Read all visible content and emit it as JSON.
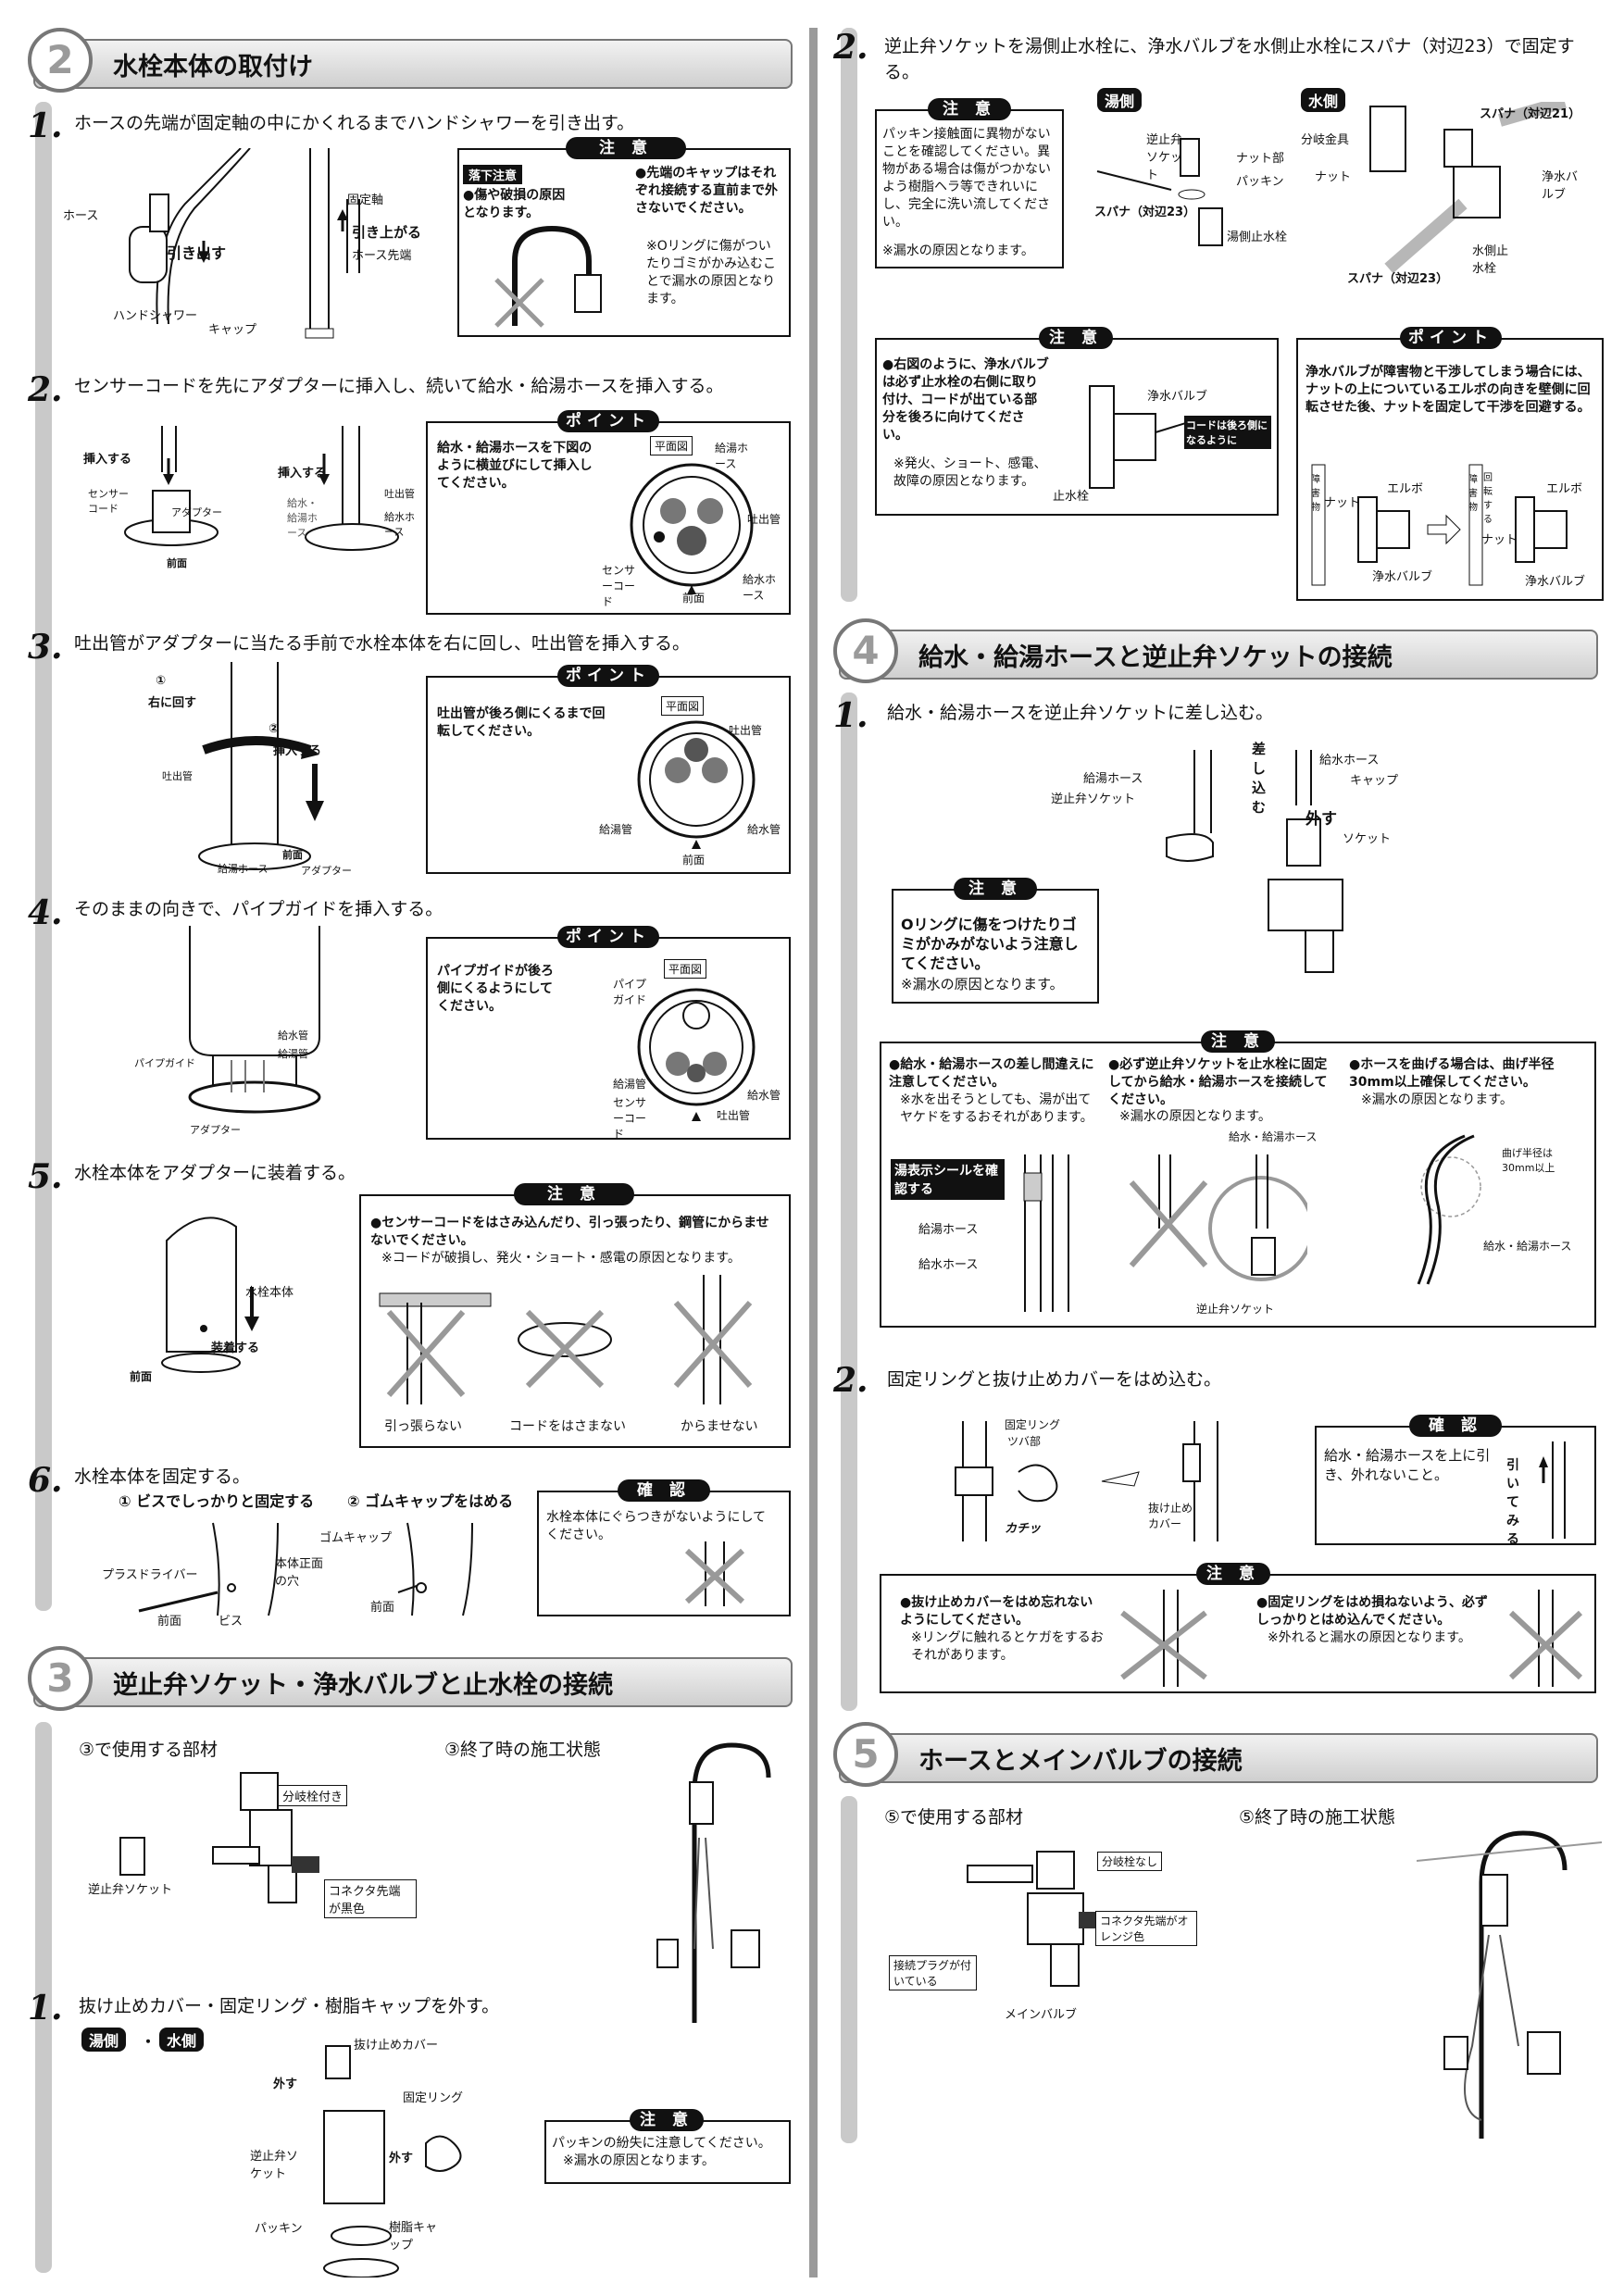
{
  "left": {
    "sec2": {
      "num": "2",
      "title": "水栓本体の取付け",
      "step1": {
        "num": "1.",
        "text": "ホースの先端が固定軸の中にかくれるまでハンドシャワーを引き出す。",
        "labels": {
          "hose": "ホース",
          "pull": "引き出す",
          "handshower": "ハンドシャワー",
          "cap": "キャップ",
          "shaft": "固定軸",
          "lift": "引き上がる",
          "tip": "ホース先端"
        },
        "caution": {
          "head": "注 意",
          "sub": "落下注意",
          "a": "●傷や破損の原因となります。",
          "b": "●先端のキャップはそれぞれ接続する直前まで外さないでください。",
          "c": "※Oリングに傷がついたりゴミがかみ込むことで漏水の原因となります。"
        }
      },
      "step2": {
        "num": "2.",
        "text": "センサーコードを先にアダプターに挿入し、続いて給水・給湯ホースを挿入する。",
        "labels": {
          "insert": "挿入する",
          "sensor": "センサーコード",
          "adapter": "アダプター",
          "front": "前面",
          "insert2": "挿入する",
          "feed": "給水・給湯ホース",
          "spout": "吐出管",
          "supply": "給水ホース"
        },
        "point": {
          "head": "ポイント",
          "text": "給水・給湯ホースを下図のように横並びにして挿入してください。",
          "plan": "平面図",
          "hot": "給湯ホース",
          "spout": "吐出管",
          "sensor": "センサーコード",
          "front": "前面",
          "cold": "給水ホース"
        }
      },
      "step3": {
        "num": "3.",
        "text": "吐出管がアダプターに当たる手前で水栓本体を右に回し、吐出管を挿入する。",
        "labels": {
          "r1": "①",
          "right": "右に回す",
          "r2": "②",
          "insert": "挿入する",
          "spout": "吐出管",
          "feed": "給湯ホース",
          "front": "前面",
          "adapter": "アダプター"
        },
        "point": {
          "head": "ポイント",
          "text": "吐出管が後ろ側にくるまで回転してください。",
          "plan": "平面図",
          "spout": "吐出管",
          "hot": "給湯管",
          "cold": "給水管",
          "front": "前面"
        }
      },
      "step4": {
        "num": "4.",
        "text": "そのままの向きで、パイプガイドを挿入する。",
        "labels": {
          "guide": "パイプガイド",
          "cold": "給水管",
          "hot": "給湯管",
          "adapter": "アダプター"
        },
        "point": {
          "head": "ポイント",
          "text": "パイプガイドが後ろ側にくるようにしてください。",
          "plan": "平面図",
          "guide": "パイプガイド",
          "hot": "給湯管",
          "sensor": "センサーコード",
          "cold": "給水管",
          "spout": "吐出管"
        }
      },
      "step5": {
        "num": "5.",
        "text": "水栓本体をアダプターに装着する。",
        "labels": {
          "body": "水栓本体",
          "attach": "装着する",
          "front": "前面"
        },
        "caution": {
          "head": "注 意",
          "a": "●センサーコードをはさみ込んだり、引っ張ったり、鋼管にからませないでください。",
          "b": "※コードが破損し、発火・ショート・感電の原因となります。",
          "c1": "引っ張らない",
          "c2": "コードをはさまない",
          "c3": "からませない"
        }
      },
      "step6": {
        "num": "6.",
        "text": "水栓本体を固定する。",
        "sub1": "① ビスでしっかりと固定する",
        "sub2": "② ゴムキャップをはめる",
        "labels": {
          "driver": "プラスドライバー",
          "front": "前面",
          "screw": "ビス",
          "hole": "本体正面の穴",
          "cap": "ゴムキャップ",
          "front2": "前面"
        },
        "confirm": {
          "head": "確 認",
          "text": "水栓本体にぐらつきがないようにしてください。"
        }
      }
    },
    "sec3": {
      "num": "3",
      "title": "逆止弁ソケット・浄水バルブと止水栓の接続",
      "used": "③で使用する部材",
      "done": "③終了時の施工状態",
      "labels": {
        "branch": "分岐栓付き",
        "socket": "逆止弁ソケット",
        "connector": "コネクタ先端が黒色"
      },
      "step1": {
        "num": "1.",
        "text": "抜け止めカバー・固定リング・樹脂キャップを外す。",
        "tag1": "湯側",
        "dot": "・",
        "tag2": "水側",
        "labels": {
          "cover": "抜け止めカバー",
          "out1": "外す",
          "ring": "固定リング",
          "socket": "逆止弁ソケット",
          "out2": "外す",
          "packing": "パッキン",
          "cap": "樹脂キャップ"
        },
        "caution": {
          "head": "注 意",
          "a": "パッキンの紛失に注意してください。",
          "b": "※漏水の原因となります。"
        }
      }
    }
  },
  "right": {
    "sec3cont": {
      "step2": {
        "num": "2.",
        "text": "逆止弁ソケットを湯側止水栓に、浄水バルブを水側止水栓にスパナ（対辺23）で固定する。",
        "caution": {
          "head": "注 意",
          "text": "パッキン接触面に異物がないことを確認してください。異物がある場合は傷がつかないよう樹脂ヘラ等できれいにし、完全に洗い流してください。",
          "note": "※漏水の原因となります。"
        },
        "tag1": "湯側",
        "tag2": "水側",
        "labels": {
          "socket": "逆止弁ソケット",
          "nut": "ナット部",
          "packing": "パッキン",
          "spanner": "スパナ（対辺23）",
          "hotstop": "湯側止水栓",
          "branch": "分岐金具",
          "nut2": "ナット",
          "spanner21": "スパナ（対辺21）",
          "valve": "浄水バルブ",
          "coldstop": "水側止水栓",
          "spanner23": "スパナ（対辺23）"
        }
      },
      "caution2": {
        "head": "注 意",
        "text": "●右図のように、浄水バルブは必ず止水栓の右側に取り付け、コードが出ている部分を後ろに向けてください。",
        "note": "※発火、ショート、感電、故障の原因となります。",
        "valve": "浄水バルブ",
        "stop": "止水栓",
        "cord": "コードは後ろ側になるように"
      },
      "point": {
        "head": "ポイント",
        "text": "浄水バルブが障害物と干渉してしまう場合には、ナットの上についているエルボの向きを壁側に回転させた後、ナットを固定して干渉を回避する。",
        "wall1": "障害物",
        "nut": "ナット",
        "elbow": "エルボ",
        "valve": "浄水バルブ",
        "wall2": "障害物",
        "rotate": "回転する",
        "nut2": "ナット",
        "elbow2": "エルボ",
        "valve2": "浄水バルブ"
      }
    },
    "sec4": {
      "num": "4",
      "title": "給水・給湯ホースと逆止弁ソケットの接続",
      "step1": {
        "num": "1.",
        "text": "給水・給湯ホースを逆止弁ソケットに差し込む。",
        "labels": {
          "hot": "給湯ホース",
          "socket": "逆止弁ソケット",
          "insert": "差し込む",
          "cold": "給水ホース",
          "cap": "キャップ",
          "out": "外す",
          "socket2": "ソケット"
        },
        "caution": {
          "head": "注 意",
          "text": "Oリングに傷をつけたりゴミがかみがないよう注意してください。",
          "note": "※漏水の原因となります。"
        },
        "caution2": {
          "head": "注 意",
          "a": "●給水・給湯ホースの差し間違えに注意してください。",
          "a2": "※水を出そうとしても、湯が出てヤケドをするおそれがあります。",
          "seal": "湯表示シールを確認する",
          "hot": "給湯ホース",
          "cold": "給水ホース",
          "b": "●必ず逆止弁ソケットを止水栓に固定してから給水・給湯ホースを接続してください。",
          "b2": "※漏水の原因となります。",
          "feed": "給水・給湯ホース",
          "socket": "逆止弁ソケット",
          "c": "●ホースを曲げる場合は、曲げ半径30mm以上確保してください。",
          "c2": "※漏水の原因となります。",
          "radius": "曲げ半径は30mm以上",
          "feed2": "給水・給湯ホース"
        }
      },
      "step2": {
        "num": "2.",
        "text": "固定リングと抜け止めカバーをはめ込む。",
        "labels": {
          "ring": "固定リング",
          "flange": "ツバ部",
          "click": "カチッ",
          "cover": "抜け止めカバー"
        },
        "confirm": {
          "head": "確 認",
          "text": "給水・給湯ホースを上に引き、外れないこと。",
          "pull": "引いてみる"
        },
        "caution": {
          "head": "注 意",
          "a": "●抜け止めカバーをはめ忘れないようにしてください。",
          "a2": "※リングに触れるとケガをするおそれがあります。",
          "b": "●固定リングをはめ損ねないよう、必ずしっかりとはめ込んでください。",
          "b2": "※外れると漏水の原因となります。"
        }
      }
    },
    "sec5": {
      "num": "5",
      "title": "ホースとメインバルブの接続",
      "used": "⑤で使用する部材",
      "done": "⑤終了時の施工状態",
      "labels": {
        "nobranch": "分岐栓なし",
        "orange": "コネクタ先端がオレンジ色",
        "plug": "接続プラグが付いている",
        "main": "メインバルブ"
      }
    }
  },
  "colors": {
    "ink": "#111111",
    "gray": "#9a9a9a",
    "header": "#d4d4d4"
  }
}
